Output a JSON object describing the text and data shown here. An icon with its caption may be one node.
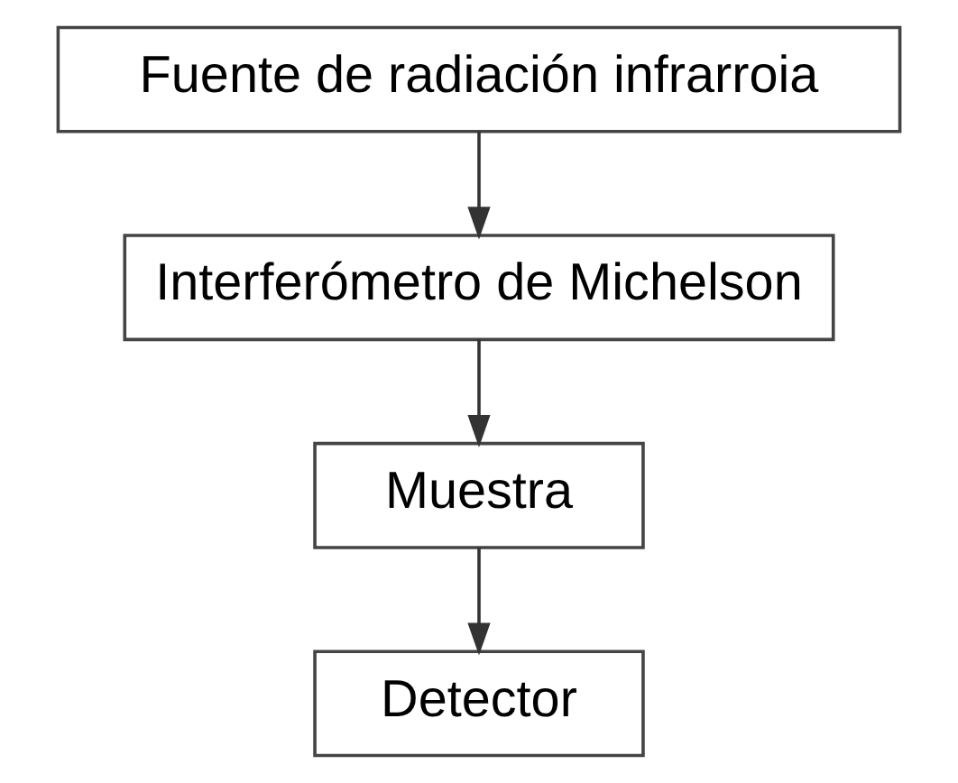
{
  "diagram": {
    "nodes": [
      {
        "text": [
          "Fuente de radiación infrarroia"
        ]
      },
      {
        "text": [
          "Interferómetro de Michelson"
        ]
      },
      {
        "text": [
          "Muestra"
        ]
      },
      {
        "text": [
          "Detector"
        ]
      }
    ],
    "edges": [
      {
        "from": 0,
        "to": 1,
        "arrow": "to"
      },
      {
        "from": 1,
        "to": 2,
        "arrow": "to"
      },
      {
        "from": 2,
        "to": 3,
        "arrow": "to"
      }
    ]
  }
}
